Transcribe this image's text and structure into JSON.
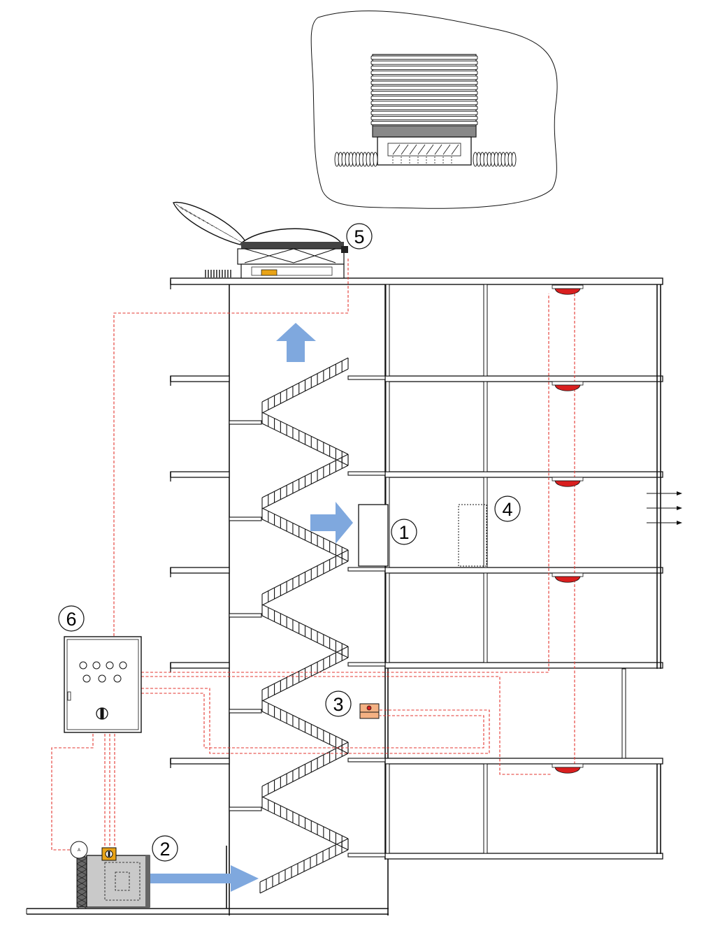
{
  "callouts": [
    {
      "id": "1",
      "label": "1"
    },
    {
      "id": "2",
      "label": "2"
    },
    {
      "id": "3",
      "label": "3"
    },
    {
      "id": "4",
      "label": "4"
    },
    {
      "id": "5",
      "label": "5"
    },
    {
      "id": "6",
      "label": "6"
    }
  ],
  "fan_gauge_label": "A",
  "colors": {
    "airflow_arrow": "#7fa8de",
    "wiring": "#e3342f",
    "detector": "#d91f1f",
    "fan_body": "#c9c9c9",
    "switch_box": "#e8a317",
    "call_point": "#f4b183"
  }
}
